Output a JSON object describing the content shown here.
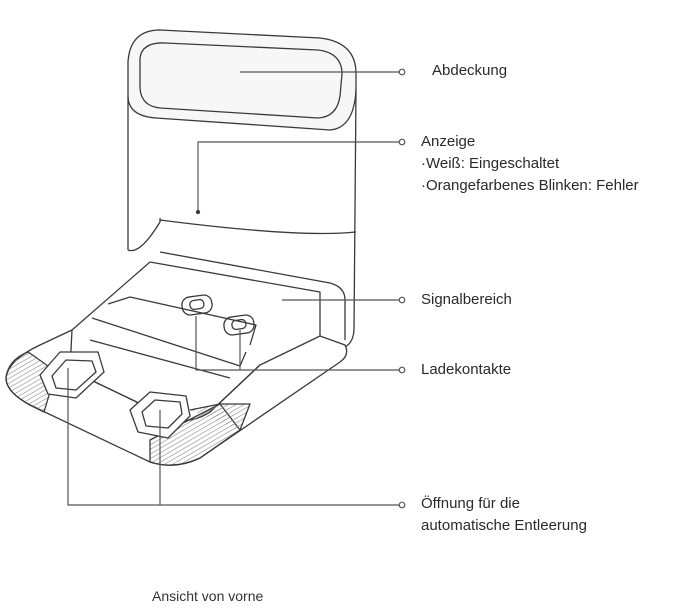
{
  "labels": {
    "cover": "Abdeckung",
    "indicator": "Anzeige",
    "indicator_white": "·Weiß: Eingeschaltet",
    "indicator_orange": "·Orangefarbenes Blinken: Fehler",
    "signal_area": "Signalbereich",
    "charging_contacts": "Ladekontakte",
    "auto_empty_line1": "Öffnung für die",
    "auto_empty_line2": "automatische Entleerung"
  },
  "caption": "Ansicht von vorne",
  "colors": {
    "line": "#555555",
    "stroke": "#3a3a3a",
    "hatch": "#8a8a8a"
  }
}
